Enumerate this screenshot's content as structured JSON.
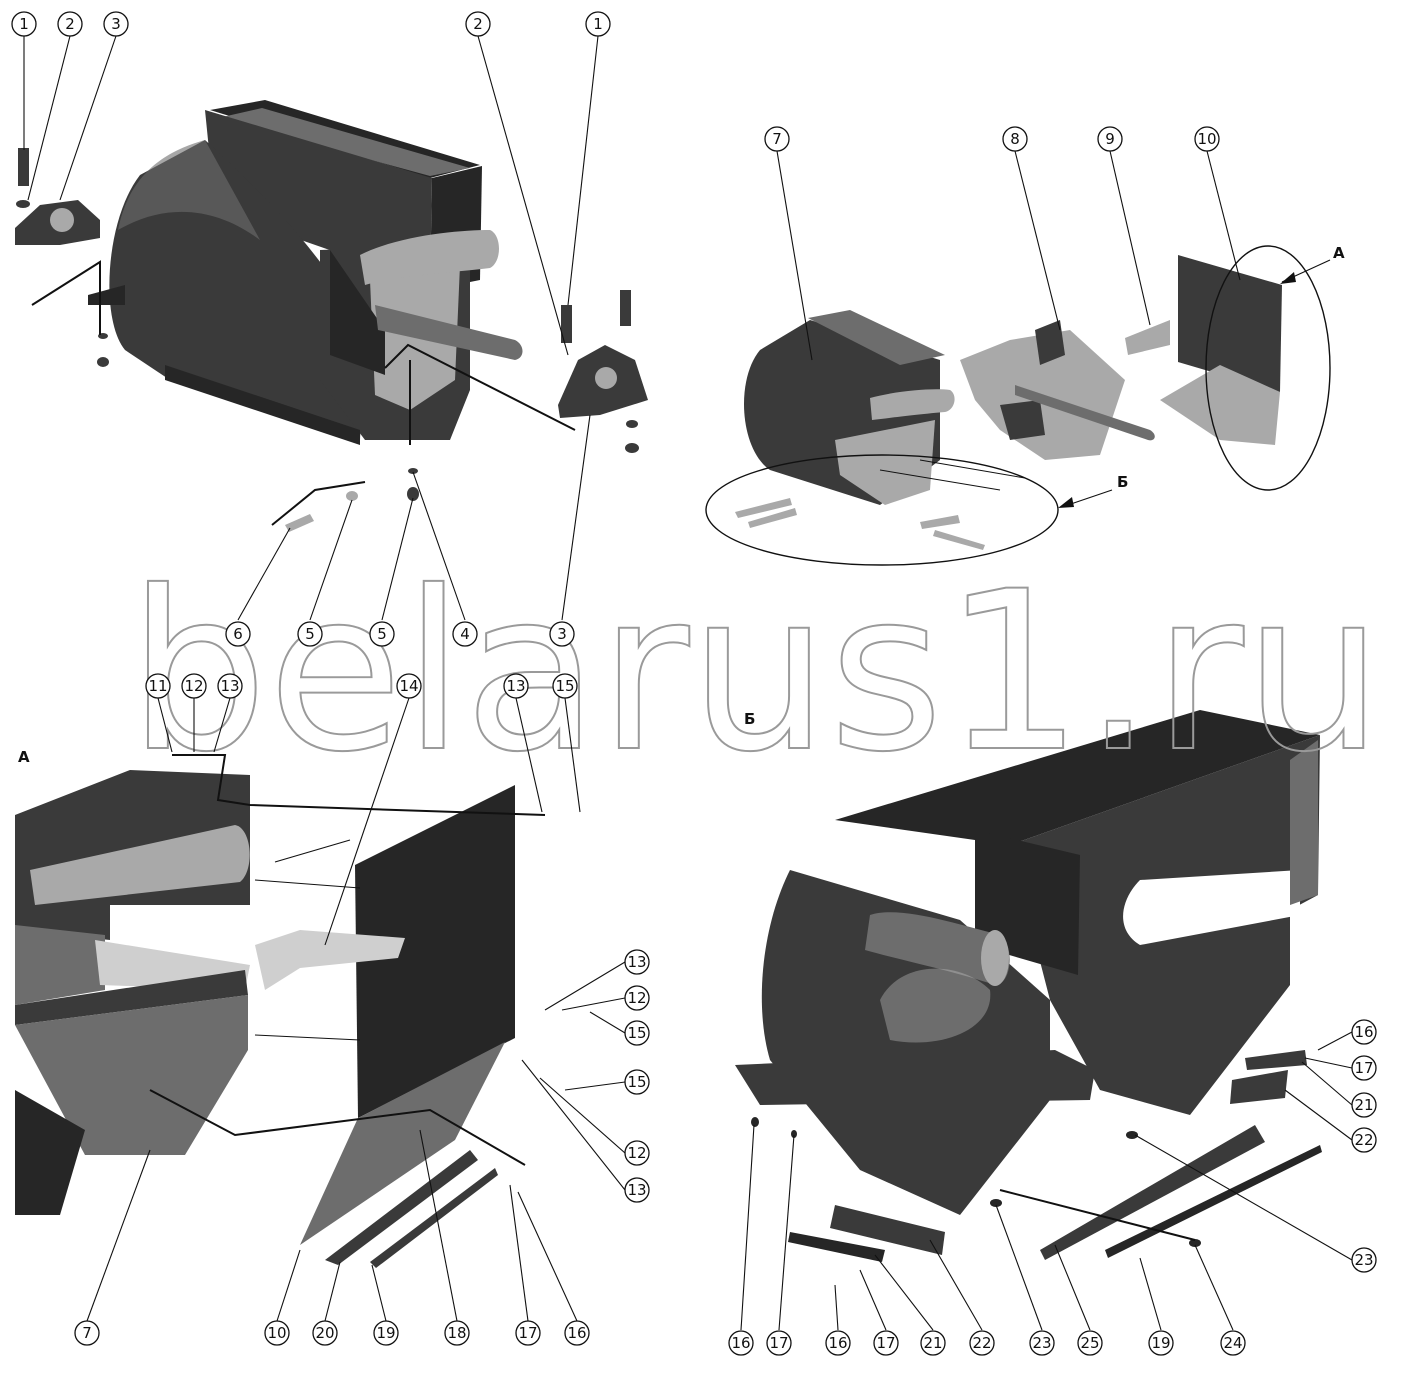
{
  "watermark": "belarus1.ru",
  "section_labels": {
    "view_a": "А",
    "view_b": "Б"
  },
  "callouts": {
    "top_left": [
      "1",
      "2",
      "3",
      "2",
      "1",
      "6",
      "5",
      "5",
      "4",
      "3"
    ],
    "top_right": [
      "7",
      "8",
      "9",
      "10"
    ],
    "bottom_left": [
      "11",
      "12",
      "13",
      "14",
      "13",
      "15",
      "13",
      "12",
      "15",
      "15",
      "12",
      "13",
      "7",
      "10",
      "20",
      "19",
      "18",
      "17",
      "16"
    ],
    "bottom_right": [
      "16",
      "17",
      "21",
      "22",
      "23",
      "16",
      "17",
      "16",
      "17",
      "21",
      "22",
      "23",
      "25",
      "19",
      "24"
    ]
  },
  "colors": {
    "metal_dark": "#3a3a3a",
    "metal_light": "#a9a9a9",
    "ink": "#111111",
    "watermark": "#9a9a9a"
  }
}
